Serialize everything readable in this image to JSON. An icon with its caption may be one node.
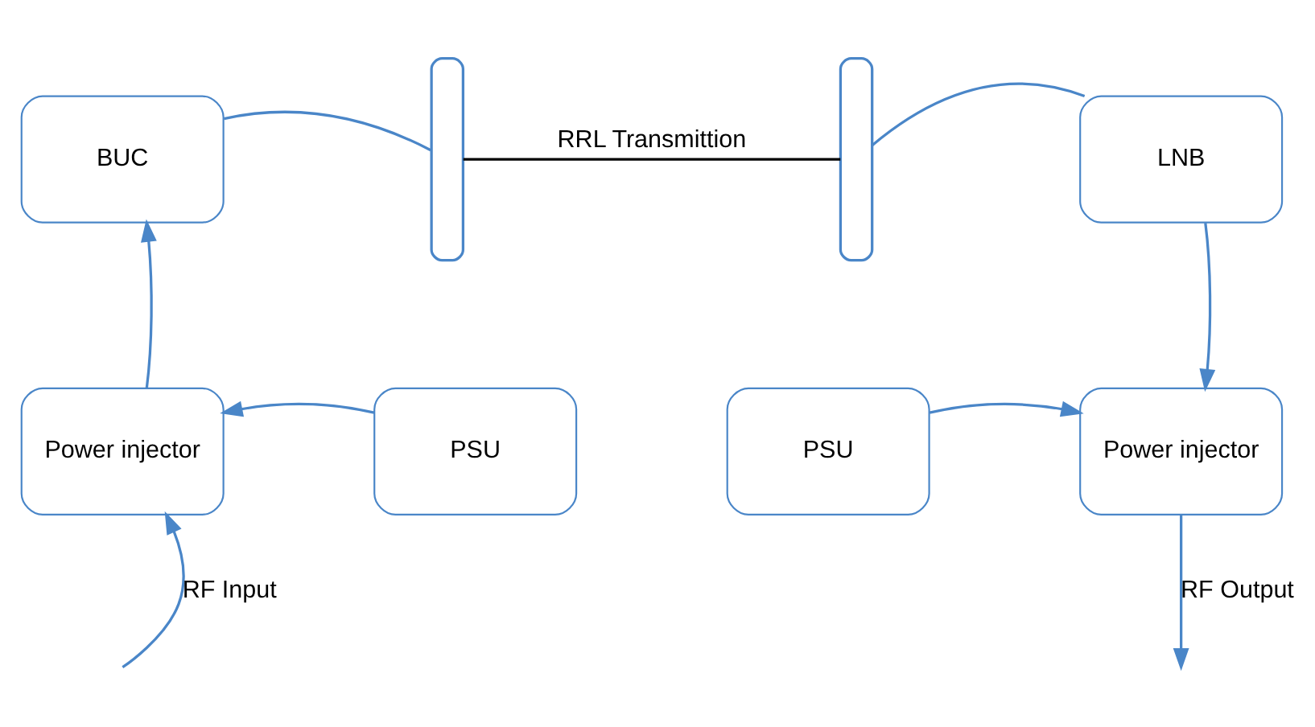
{
  "diagram": {
    "nodes": [
      {
        "text": [
          "BUC"
        ]
      },
      {
        "text": [],
        "shape": "arc"
      },
      {
        "text": [],
        "shape": "arc"
      },
      {
        "text": [
          "LNB"
        ]
      },
      {
        "text": [
          "Power injector"
        ]
      },
      {
        "text": [
          "PSU"
        ]
      },
      {
        "text": [
          "PSU"
        ]
      },
      {
        "text": [
          "Power injector"
        ]
      }
    ],
    "edges": [
      {
        "from": 0,
        "to": 1,
        "arrow": "none"
      },
      {
        "from": 1,
        "to": 2,
        "arrow": "none",
        "label": "RRL Transmittion",
        "color": "#000000"
      },
      {
        "from": 2,
        "to": 3,
        "arrow": "none"
      },
      {
        "from": 4,
        "to": 0,
        "arrow": "to"
      },
      {
        "from": 5,
        "to": 4,
        "arrow": "to"
      },
      {
        "from": 3,
        "to": 7,
        "arrow": "to"
      },
      {
        "from": 6,
        "to": 7,
        "arrow": "to"
      },
      {
        "from": null,
        "to": 4,
        "arrow": "to",
        "label": "RF Input"
      },
      {
        "from": 7,
        "to": null,
        "arrow": "to",
        "label": "RF Output"
      }
    ]
  }
}
